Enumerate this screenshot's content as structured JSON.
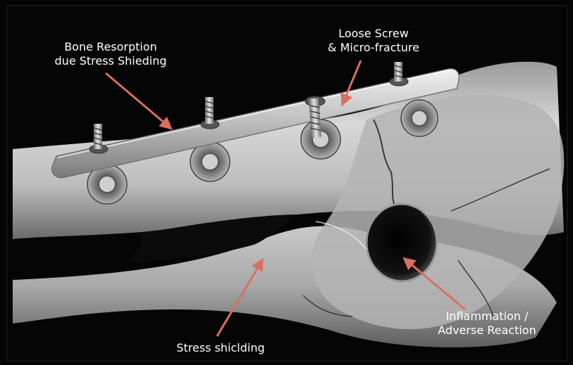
{
  "labels": {
    "bone_resorption": [
      "Bone Resorption",
      "due Stress Shieding"
    ],
    "loose_screw": [
      "Loose Screw",
      "& Micro-fracture"
    ],
    "stress_shielding": "Stress shiclding",
    "inflammation": [
      "Inflammation /",
      "Adverse Reaction"
    ]
  },
  "colors": {
    "background": "#050505",
    "arrow": "#d9705f",
    "bone_light": "#d6d6d6",
    "bone_dark": "#6e6e6e",
    "plate": "#c8c8c8",
    "label_text": "#ffffff"
  }
}
